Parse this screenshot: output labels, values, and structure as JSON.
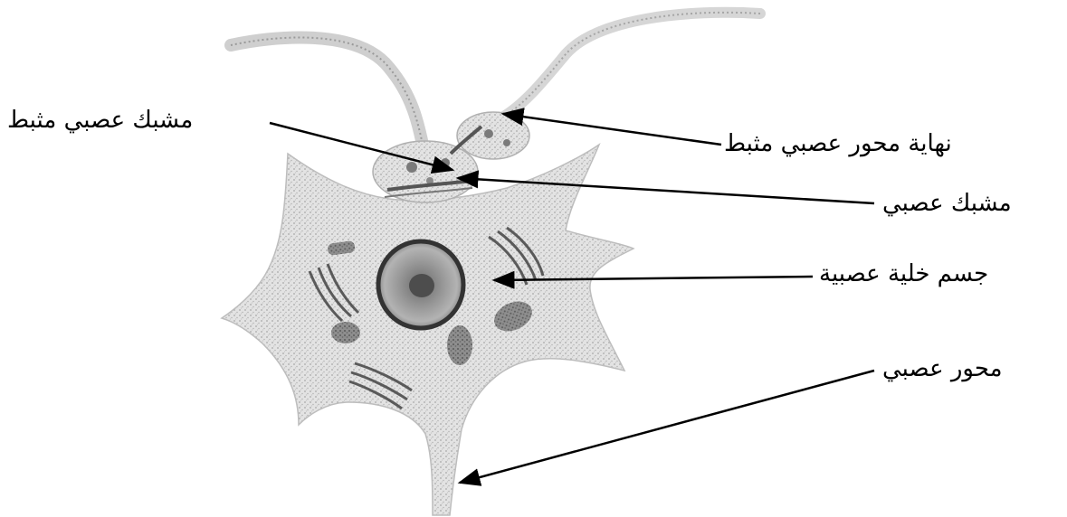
{
  "labels": {
    "inhibitory_synapse": "مشبك عصبي مثبط",
    "inhibitory_axon_terminal": "نهاية محور عصبي مثبط",
    "synapse": "مشبك عصبي",
    "neuron_cell_body": "جسم خلية عصبية",
    "axon": "محور عصبي"
  },
  "colors": {
    "cytoplasm": "#dcdcdc",
    "nucleus_ring": "#333333",
    "nucleolus": "#555555",
    "organelle": "#4a4a4a",
    "arrow": "#000000"
  }
}
